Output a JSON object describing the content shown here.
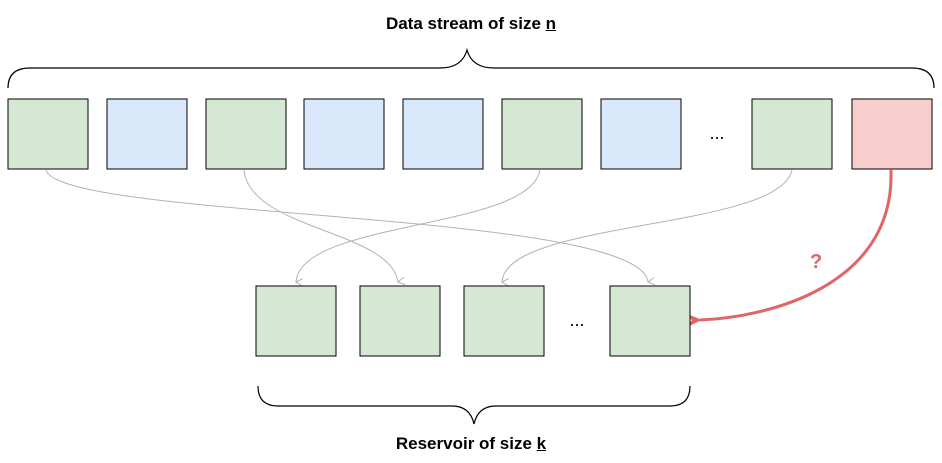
{
  "title": {
    "prefix": "Data stream of size ",
    "variable": "n"
  },
  "footer": {
    "prefix": "Reservoir of size ",
    "variable": "k"
  },
  "stream": {
    "items": [
      {
        "color": "green"
      },
      {
        "color": "blue"
      },
      {
        "color": "green"
      },
      {
        "color": "blue"
      },
      {
        "color": "blue"
      },
      {
        "color": "green"
      },
      {
        "color": "blue"
      },
      {
        "ellipsis": "..."
      },
      {
        "color": "green"
      },
      {
        "color": "red"
      }
    ]
  },
  "reservoir": {
    "items": [
      {
        "color": "green"
      },
      {
        "color": "green"
      },
      {
        "color": "green"
      },
      {
        "ellipsis": "..."
      },
      {
        "color": "green"
      }
    ]
  },
  "question_label": "?",
  "colors": {
    "green": "#d5e8d4",
    "blue": "#dae8fc",
    "red": "#f8cecc",
    "arrow_gray": "#b3b3b3",
    "arrow_red": "#e06666"
  }
}
